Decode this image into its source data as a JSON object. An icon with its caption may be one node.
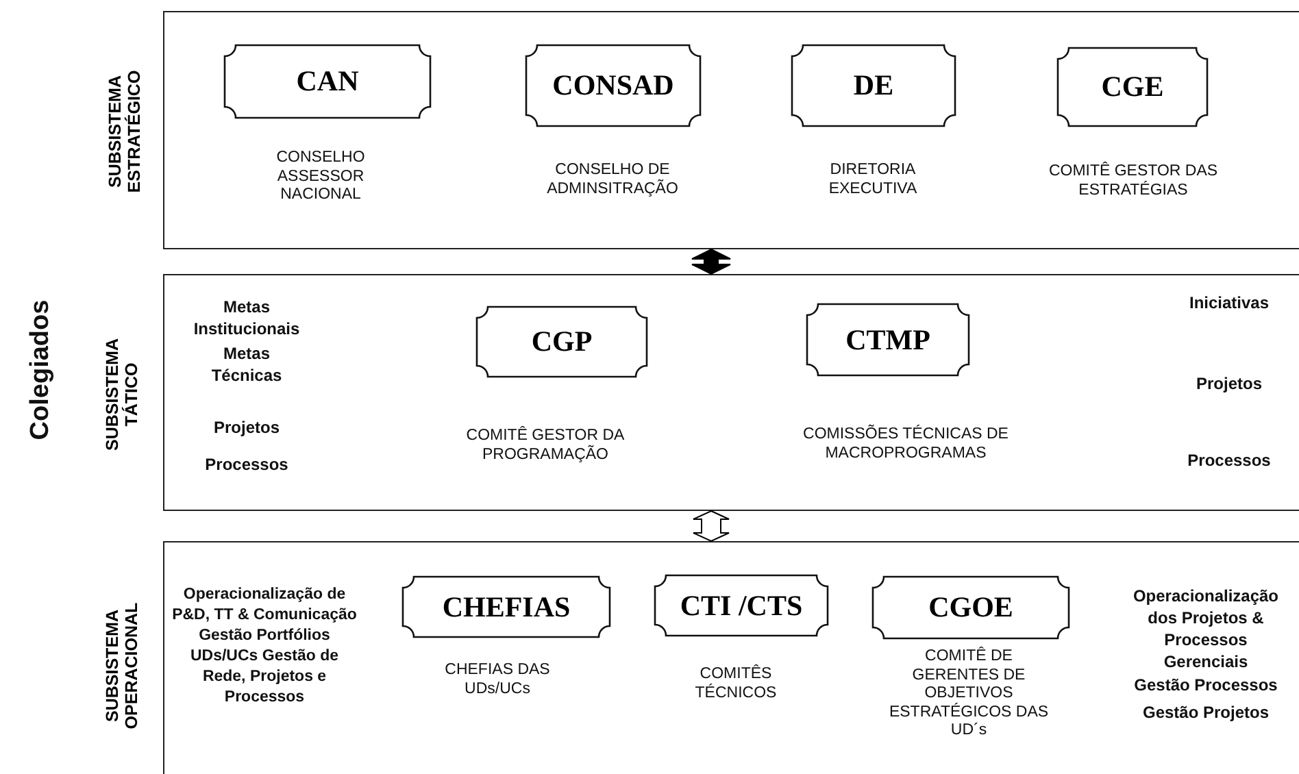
{
  "diagram": {
    "nodes": [
      {
        "text": [
          "SUBSISTEMA ESTRATÉGICO"
        ]
      },
      {
        "text": [
          "CAN"
        ],
        "in": 0,
        "beside": [
          "CONSELHO ASSESSOR NACIONAL"
        ]
      },
      {
        "text": [
          "CONSAD"
        ],
        "in": 0,
        "beside": [
          "CONSELHO DE ADMINSITRAÇÃO"
        ]
      },
      {
        "text": [
          "DE"
        ],
        "in": 0,
        "beside": [
          "DIRETORIA EXECUTIVA"
        ]
      },
      {
        "text": [
          "CGE"
        ],
        "in": 0,
        "beside": [
          "COMITÊ GESTOR DAS ESTRATÉGIAS"
        ]
      },
      {
        "text": [
          "SUBSISTEMA TÁTICO"
        ]
      },
      {
        "text": [
          "CGP"
        ],
        "in": 5,
        "beside": [
          "COMITÊ GESTOR DA PROGRAMAÇÃO"
        ]
      },
      {
        "text": [
          "CTMP"
        ],
        "in": 5,
        "beside": [
          "COMISSÕES TÉCNICAS DE MACROPROGRAMAS"
        ]
      },
      {
        "text": [
          "SUBSISTEMA OPERACIONAL"
        ]
      },
      {
        "text": [
          "CHEFIAS"
        ],
        "in": 8,
        "beside": [
          "CHEFIAS DAS UDs/UCs"
        ]
      },
      {
        "text": [
          "CTI /CTS"
        ],
        "in": 8,
        "beside": [
          "COMITÊS TÉCNICOS"
        ]
      },
      {
        "text": [
          "CGOE"
        ],
        "in": 8,
        "beside": [
          "COMITÊ DE GERENTES DE OBJETIVOS ESTRATÉGICOS DAS UD´s"
        ]
      }
    ],
    "edges": [
      {
        "from": 0,
        "to": 5,
        "arrow": "both",
        "style": "thick"
      },
      {
        "from": 5,
        "to": 8,
        "arrow": "both"
      }
    ],
    "labels": [
      "Colegiados",
      "Metas Institucionais",
      "Metas Técnicas",
      "Projetos",
      "Processos",
      "Iniciativas",
      "Projetos",
      "Processos",
      "Operacionalização de P&D, TT & Comunicação Gestão Portfólios UDs/UCs Gestão de Rede, Projetos e Processos",
      "Operacionalização dos Projetos & Processos Gerenciais",
      "Gestão Processos",
      "Gestão Projetos"
    ]
  }
}
